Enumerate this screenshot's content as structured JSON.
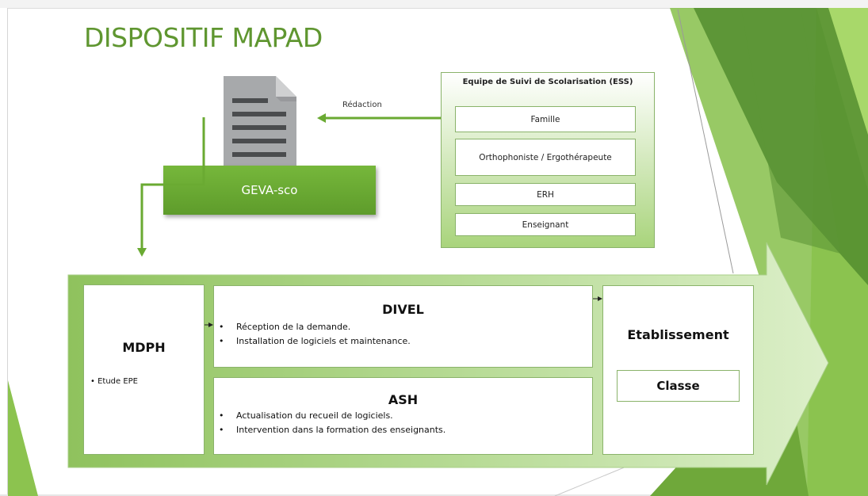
{
  "title": "DISPOSITIF MAPAD",
  "document": {
    "icon": "document-icon",
    "label": "GEVA-sco"
  },
  "flow_label": "Rédaction",
  "ess": {
    "title": "Equipe de Suivi de Scolarisation  (ESS)",
    "items": [
      "Famille",
      "Orthophoniste / Ergothérapeute",
      "ERH",
      "Enseignant"
    ]
  },
  "mdph": {
    "title": "MDPH",
    "items": [
      "Etude EPE"
    ]
  },
  "divel": {
    "title": "DIVEL",
    "items": [
      "Réception de la demande.",
      "Installation de logiciels et maintenance."
    ]
  },
  "ash": {
    "title": "ASH",
    "items": [
      "Actualisation du recueil de logiciels.",
      "Intervention dans la formation des enseignants."
    ]
  },
  "etablissement": {
    "title": "Etablissement",
    "inner": "Classe"
  },
  "colors": {
    "accent": "#6aaa32",
    "title": "#5f9630",
    "box_border": "#8ab36a",
    "deco_light": "#9bcf5a",
    "deco_dark": "#4f8a2c",
    "panel_fill": "#b6d89a"
  }
}
